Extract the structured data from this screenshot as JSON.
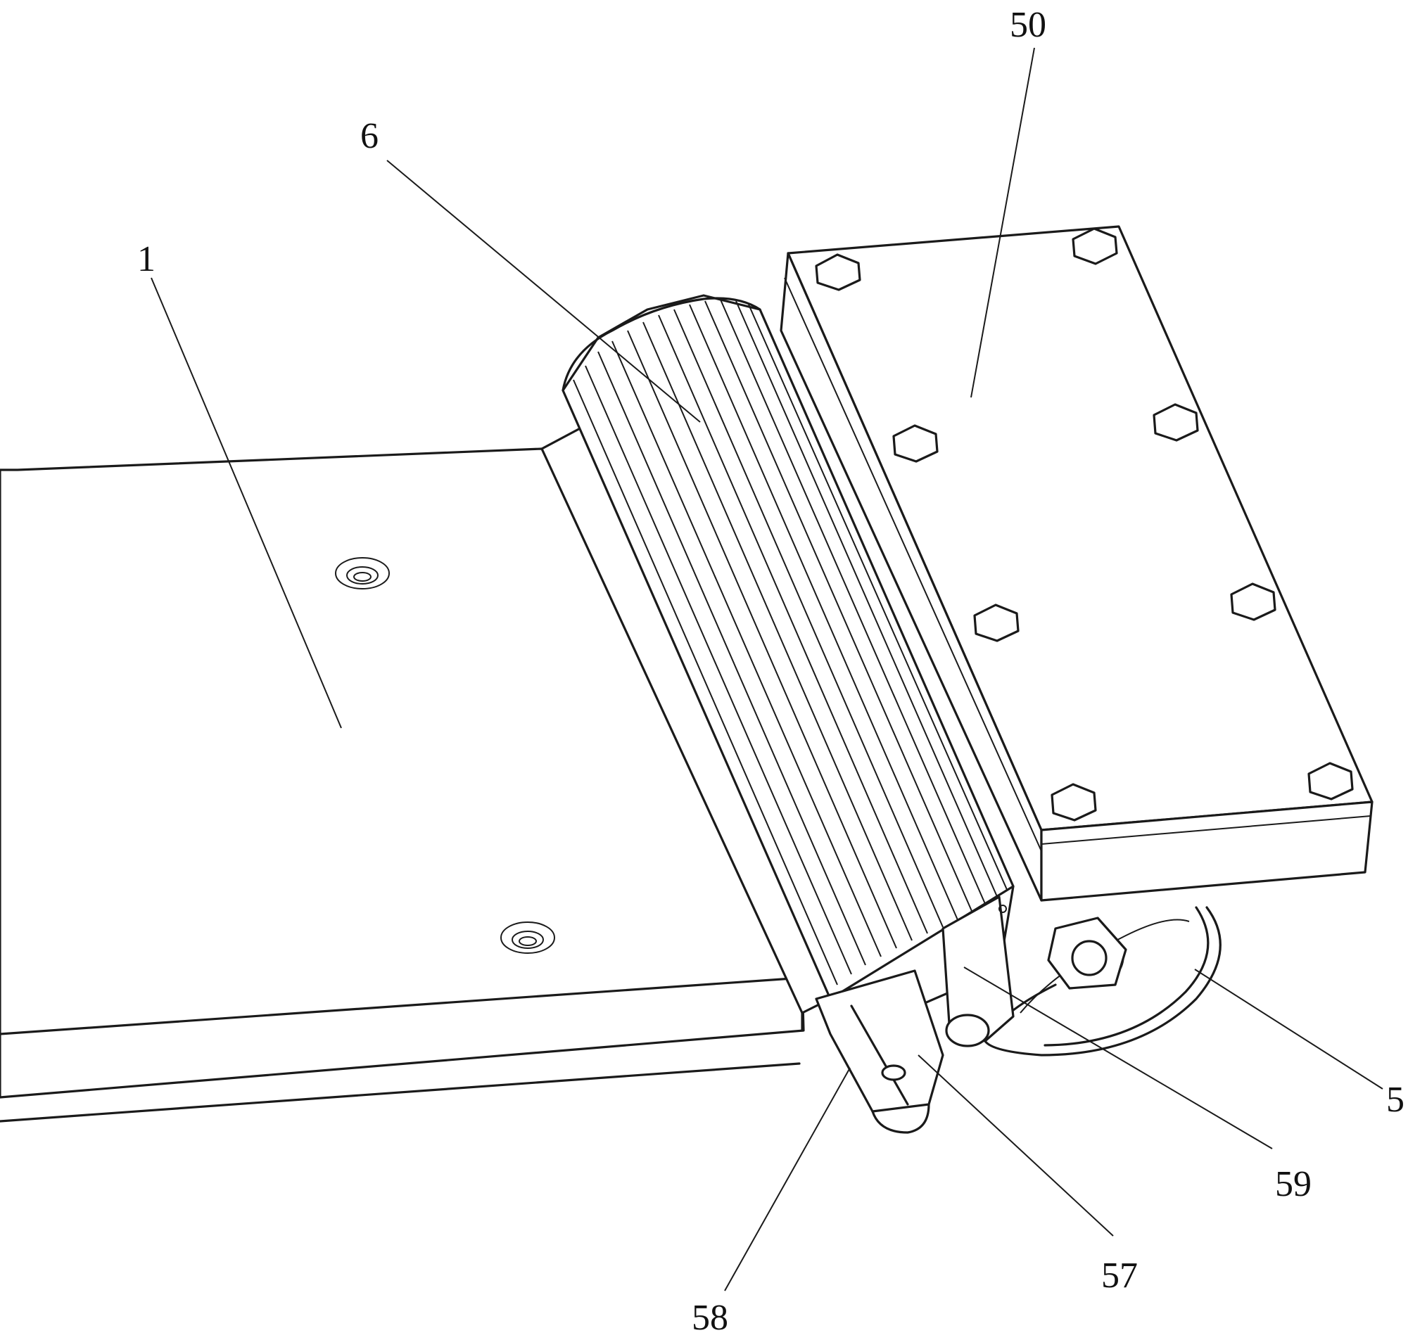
{
  "figure": {
    "labels": [
      {
        "id": "part-1",
        "text": "1"
      },
      {
        "id": "part-6",
        "text": "6"
      },
      {
        "id": "part-50",
        "text": "50"
      },
      {
        "id": "part-5",
        "text": "5"
      },
      {
        "id": "part-59",
        "text": "59"
      },
      {
        "id": "part-57",
        "text": "57"
      },
      {
        "id": "part-58",
        "text": "58"
      }
    ]
  }
}
